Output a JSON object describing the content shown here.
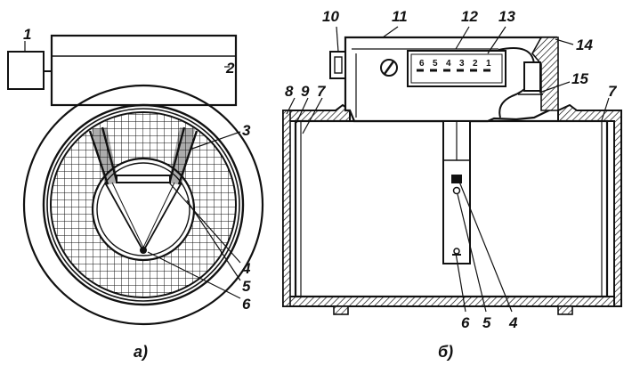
{
  "figure_a": {
    "caption": "а)",
    "callouts": [
      "1",
      "2",
      "3",
      "4",
      "5",
      "6"
    ]
  },
  "figure_b": {
    "caption": "б)",
    "callouts_top": [
      "10",
      "11",
      "12",
      "13",
      "14"
    ],
    "callouts_right": [
      "15",
      "7"
    ],
    "callouts_left": [
      "8",
      "9",
      "7"
    ],
    "callouts_bottom": [
      "6",
      "5",
      "4"
    ],
    "counter_digits": [
      "6",
      "5",
      "4",
      "3",
      "2",
      "1"
    ]
  },
  "colors": {
    "ink": "#111111",
    "paper": "#ffffff"
  }
}
